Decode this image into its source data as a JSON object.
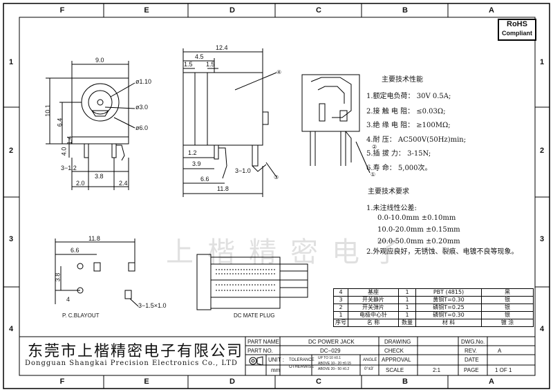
{
  "zones": {
    "top": [
      "F",
      "E",
      "D",
      "C",
      "B",
      "A"
    ],
    "side": [
      "1",
      "2",
      "3",
      "4"
    ]
  },
  "rohs": {
    "line1": "RoHS",
    "line2": "Compliant"
  },
  "dims": {
    "d12_4": "12.4",
    "d4_5": "4.5",
    "d1_5a": "1.5",
    "d1_5b": "1.5",
    "d9_0": "9.0",
    "d10_1": "10.1",
    "d6_4": "6.4",
    "d4_0": "4.0",
    "d1_4": "1.4",
    "phi110": "ø1.10",
    "phi30": "ø3.0",
    "phi60": "ø6.0",
    "d3_12": "3−1.2",
    "d3_8": "3.8",
    "d2_0": "2.0",
    "d2_4": "2.4",
    "d1_2": "1.2",
    "d3_9": "3.9",
    "d3_10": "3−1.0",
    "d6_6": "6.6",
    "d11_8": "11.8",
    "pcb11_8": "11.8",
    "pcb6_6": "6.6",
    "pcb3_8": "3.8",
    "pcb4": "4",
    "pcb3_15": "3−1.5×1.0"
  },
  "callouts": [
    "④",
    "③",
    "①",
    "②"
  ],
  "view_labels": {
    "pcb": "P. C.BLAYOUT",
    "plug": "DC MATE PLUG"
  },
  "watermark": "上楷精密电子",
  "specs": {
    "title": "主要技术性能",
    "items": [
      "1.额定电负荷：  30V 0.5A;",
      "2.接 触 电 阻：  ≤0.03Ω;",
      "3.绝 缘 电 阻：  ≥100MΩ;",
      "4.耐       压：  AC500V(50Hz)min;",
      "5.插  拔   力：  3-15N;",
      "6.寿       命：  5,000次。"
    ]
  },
  "requirements": {
    "title": "主要技术要求",
    "items": [
      "1.未注线性公差:",
      "0.0-10.0mm    ±0.10mm",
      "10.0-20.0mm   ±0.15mm",
      "20.0-50.0mm   ±0.20mm",
      "2.外观应良好，无锈蚀、裂痕、电镀不良等现象。"
    ]
  },
  "bom": {
    "rows": [
      [
        "4",
        "基座",
        "1",
        "PBT (4815)",
        "黑"
      ],
      [
        "3",
        "开关静片",
        "1",
        "黄铜T=0.30",
        "银"
      ],
      [
        "2",
        "开关弹片",
        "1",
        "磷铜T=0.25",
        "银"
      ],
      [
        "1",
        "电极中心针",
        "1",
        "磷铜T=0.30",
        "银"
      ]
    ],
    "header": [
      "序号",
      "名    称",
      "数量",
      "材    料",
      "镀    涂"
    ]
  },
  "title_block": {
    "company_cn": "东莞市上楷精密电子有限公司",
    "company_en": "Dongguan Shangkai Precision Electronics Co., LTD",
    "part_name_label": "PART NAME",
    "part_name": "DC POWER JACK",
    "part_no_label": "PART NO.",
    "part_no": "DC−029",
    "unit_label": "UNIT :",
    "unit": "mm",
    "tolerance_label": "TOLERANCE",
    "otherwise_label": "OTHERWISE",
    "tol_rows": [
      "UP TO 10      ±0.1",
      "ABOVE 10−  20  ±0.15",
      "ABOVE 20−  50  ±0.2"
    ],
    "angle_label": "ANGLE",
    "angle_value": "0°±3'",
    "drawing_label": "DRAWING",
    "check_label": "CHECK",
    "approval_label": "APPROVAL",
    "scale_label": "SCALE",
    "scale": "2:1",
    "dwg_no_label": "DWG.No.",
    "rev_label": "REV.",
    "rev": "A",
    "date_label": "DATE",
    "page_label": "PAGE",
    "page": "1 OF 1"
  }
}
